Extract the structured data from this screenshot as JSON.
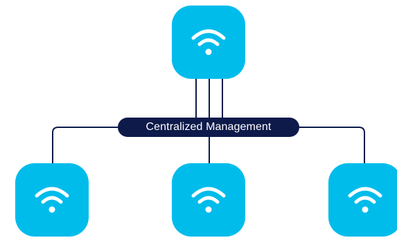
{
  "label": {
    "text": "Centralized Management"
  },
  "colors": {
    "node_fill": "#00bceb",
    "icon_stroke": "#ffffff",
    "line": "#0d1a4a",
    "pill_bg": "#0d1a4a",
    "pill_text": "#ffffff"
  },
  "nodes": [
    {
      "id": "hub",
      "icon": "wifi-icon"
    },
    {
      "id": "ap-left",
      "icon": "wifi-icon"
    },
    {
      "id": "ap-center",
      "icon": "wifi-icon"
    },
    {
      "id": "ap-right",
      "icon": "wifi-icon"
    }
  ]
}
